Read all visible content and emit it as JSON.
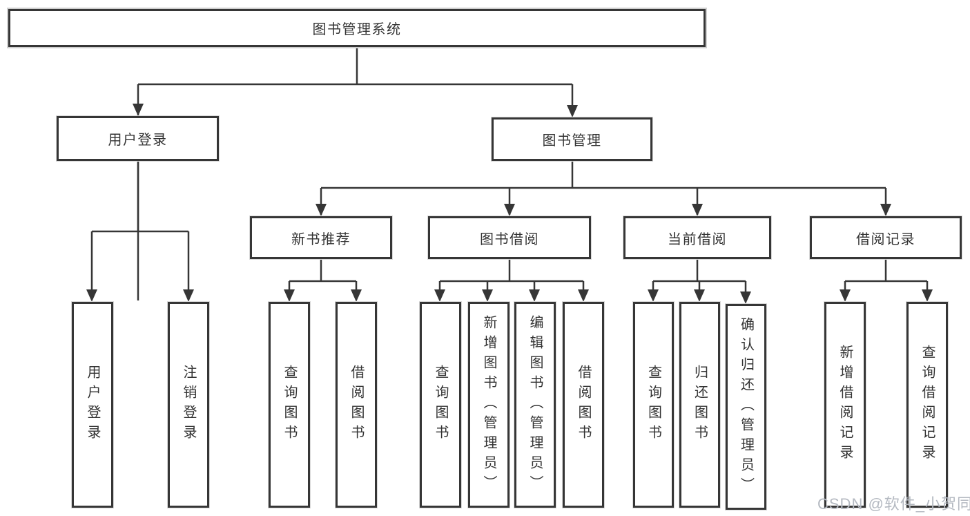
{
  "nodes": {
    "root": "图书管理系统",
    "user_login": "用户登录",
    "book_mgmt": "图书管理",
    "new_book_rec": "新书推荐",
    "book_borrow": "图书借阅",
    "current_borrow": "当前借阅",
    "borrow_record": "借阅记录",
    "leaf_user_login": "用户登录",
    "leaf_logout": "注销登录",
    "leaf_rec_query": "查询图书",
    "leaf_rec_borrow": "借阅图书",
    "leaf_bb_query": "查询图书",
    "leaf_bb_add": "新增图书（管理员）",
    "leaf_bb_edit": "编辑图书（管理员）",
    "leaf_bb_borrow": "借阅图书",
    "leaf_cb_query": "查询图书",
    "leaf_cb_return": "归还图书",
    "leaf_cb_confirm": "确认归还（管理员）",
    "leaf_br_add": "新增借阅记录",
    "leaf_br_query": "查询借阅记录"
  },
  "watermark": "CSDN @软件_小贺同学",
  "colors": {
    "line": "#363636",
    "text": "#333333",
    "watermark": "#b4b9c1",
    "background": "#ffffff"
  }
}
